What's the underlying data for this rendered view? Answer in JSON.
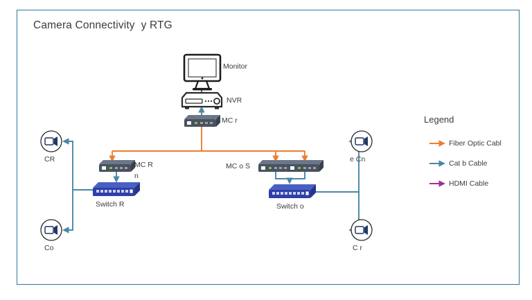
{
  "diagram": {
    "title": "Camera Connectivity  y RTG",
    "frame_border_color": "#2E7699",
    "background": "#ffffff"
  },
  "colors": {
    "fiber": "#ED7D31",
    "cat": "#4A87A8",
    "hdmi": "#A0309B",
    "switch_body": "#3B4FB0",
    "converter_body": "#4A5568",
    "text": "#3b3b3b"
  },
  "nodes": {
    "monitor": {
      "label": "Monitor",
      "icon": "monitor-icon"
    },
    "nvr": {
      "label": "NVR",
      "icon": "nvr-icon"
    },
    "mc_nvr": {
      "label": "MC r",
      "icon": "media-converter-icon"
    },
    "mc_left": {
      "label_line1": "MC R",
      "label_line2": "n",
      "icon": "media-converter-icon"
    },
    "switch_left": {
      "label": "Switch R",
      "icon": "switch-icon"
    },
    "mc_right_group": {
      "label": "MC o S",
      "icon": "media-converter-icon"
    },
    "switch_right": {
      "label": "Switch o",
      "icon": "switch-icon"
    },
    "camera_top_left": {
      "label": "CR",
      "icon": "camera-icon"
    },
    "camera_bottom_left": {
      "label": "Co",
      "icon": "camera-icon"
    },
    "camera_top_right": {
      "label": "e Cn",
      "icon": "camera-icon"
    },
    "camera_bottom_right": {
      "label": "C r",
      "icon": "camera-icon"
    }
  },
  "legend": {
    "title": "Legend",
    "items": [
      {
        "label": "Fiber Optic Cabl",
        "color": "#ED7D31",
        "icon": "arrow-right-icon"
      },
      {
        "label": "Cat b Cable",
        "color": "#4A87A8",
        "icon": "arrow-right-icon"
      },
      {
        "label": "HDMI Cable",
        "color": "#A0309B",
        "icon": "arrow-right-icon"
      }
    ]
  }
}
